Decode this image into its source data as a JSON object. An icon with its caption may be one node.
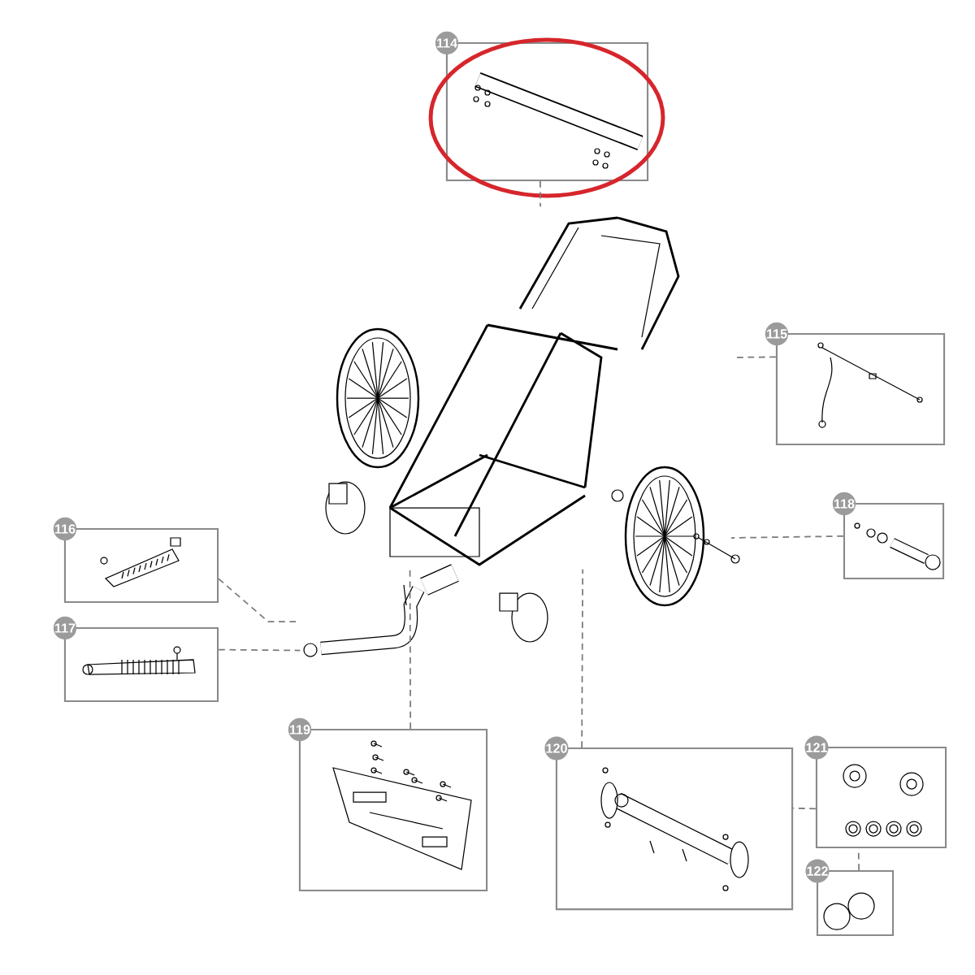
{
  "diagram": {
    "nodes": [
      {
        "text": [
          "114"
        ]
      },
      {
        "text": [
          "115"
        ]
      },
      {
        "text": [
          "116"
        ]
      },
      {
        "text": [
          "117"
        ]
      },
      {
        "text": [
          "118"
        ]
      },
      {
        "text": [
          "119"
        ]
      },
      {
        "text": [
          "120"
        ]
      },
      {
        "text": [
          "121"
        ]
      },
      {
        "text": [
          "122"
        ]
      },
      {
        "text": [],
        "shape": "picture"
      },
      {
        "text": [],
        "shape": "picture"
      }
    ],
    "edges": [
      {
        "from": 0,
        "to": 9,
        "arrow": "none"
      },
      {
        "from": 1,
        "to": 9,
        "arrow": "none"
      },
      {
        "from": 2,
        "to": 10,
        "arrow": "none"
      },
      {
        "from": 3,
        "to": 10,
        "arrow": "none"
      },
      {
        "from": 4,
        "to": 9,
        "arrow": "none"
      },
      {
        "from": 5,
        "to": 9,
        "arrow": "none"
      },
      {
        "from": 6,
        "to": 9,
        "arrow": "none"
      },
      {
        "from": 7,
        "to": 6,
        "arrow": "none"
      },
      {
        "from": 8,
        "to": 7,
        "arrow": "none"
      }
    ]
  }
}
